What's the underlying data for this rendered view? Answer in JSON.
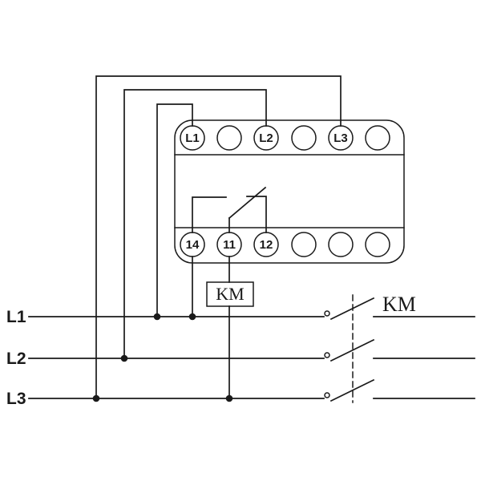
{
  "diagram": {
    "kind": "relay-wiring-schematic",
    "colors": {
      "line": "#1a1a1a",
      "background": "#ffffff"
    },
    "relay": {
      "top_terminals": [
        "L1",
        "L2",
        "L3"
      ],
      "bottom_terminals": [
        "14",
        "11",
        "12"
      ]
    },
    "coil": {
      "label": "KM"
    },
    "contactor": {
      "label": "KM"
    },
    "power_lines": [
      {
        "label": "L1"
      },
      {
        "label": "L2"
      },
      {
        "label": "L3"
      }
    ]
  }
}
